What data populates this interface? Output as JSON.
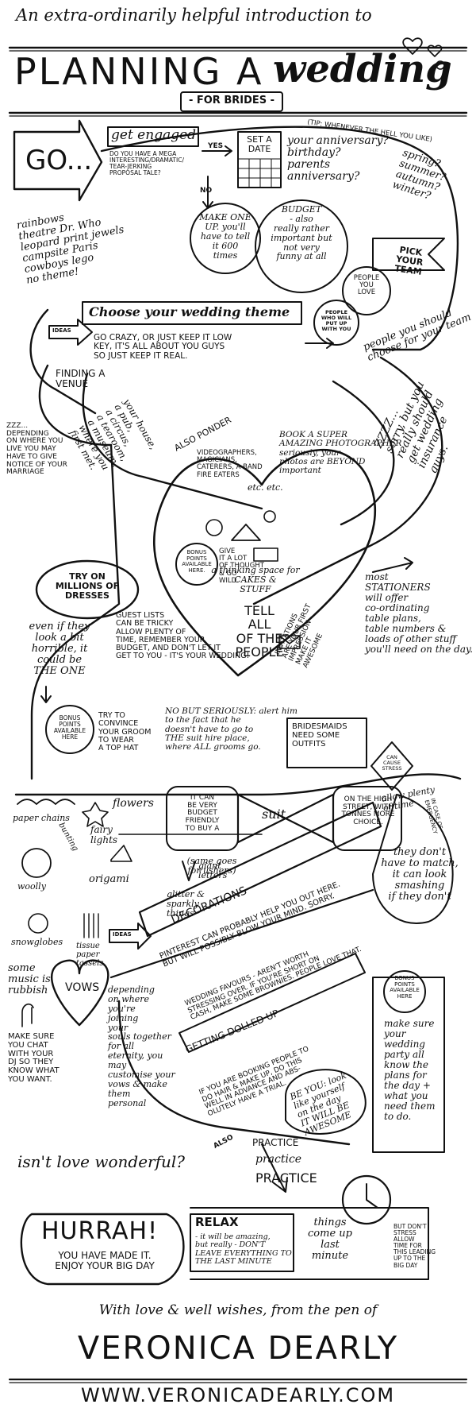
{
  "header": {
    "intro": "An extra-ordinarily helpful introduction to",
    "title_planning": "PLANNING A",
    "title_wedding": "wedding",
    "subtitle": "- FOR BRIDES -"
  },
  "start": {
    "go": "GO...",
    "engaged": "get engaged",
    "proposal": "DO YOU HAVE A MEGA\nINTERESTING/DRAMATIC/\nTEAR-JERKING\nPROPOSAL TALE?",
    "yes": "YES",
    "no": "NO",
    "make_one": "MAKE ONE\nUP. you'll\nhave to tell\nit 600\ntimes",
    "set_date": "SET A\nDATE",
    "tip": "(TIP: WHENEVER THE HELL YOU LIKE)",
    "dates": "your anniversary?\nbirthday?\nparents\nanniversary?",
    "seasons": "spring?\nsummer?\nautumn?\nwinter?"
  },
  "team": {
    "budget": "BUDGET\n- also\nreally rather\nimportant but\nnot very\nfunny at all",
    "pick_team": "PICK\nYOUR\nTEAM",
    "people_love": "PEOPLE\nYOU\nLOVE",
    "people_put_up": "PEOPLE\nWHO WILL\nPUT UP\nWITH YOU",
    "choose_team_note": "people you should\nchoose for your team"
  },
  "theme": {
    "ideas_list": "rainbows\ntheatre Dr. Who\nleopard print jewels\ncampsite Paris\ncowboys lego\nno theme!",
    "choose": "Choose your wedding theme",
    "go_crazy": "GO CRAZY, OR JUST KEEP IT LOW\nKEY, IT'S ALL ABOUT YOU GUYS\nSO JUST keep it real.",
    "ideas_tag": "IDEAS"
  },
  "venue": {
    "finding": "FINDING A\nVENUE",
    "options": "your house,\na pub,\na circus,\na tearoom,\na museum,\nwhere you\nfirst met.",
    "notice": "ZZZ...\nDEPENDING\nON WHERE YOU\nLIVE YOU MAY\nHAVE TO GIVE\nNOTICE OF YOUR\nMARRIAGE",
    "insurance": "ZZZZ...\nsorry, but you\nreally should\nget wedding\ninsurance\nguys."
  },
  "heart": {
    "also_ponder": "ALSO PONDER",
    "suppliers": "VIDEOGRAPHERS,\nMAGICIANS,\nCATERERS, A BAND\nFIRE EATERS",
    "etc": "etc. etc.",
    "photographer": "BOOK A SUPER\nAMAZING PHOTOGRAPHER\nseriously, your\nphotos are BEYOND\nimportant",
    "cakes": "a thinking space for\nCAKES &\nSTUFF",
    "bonus": "BONUS\nPOINTS\nAVAILABLE\nHERE.",
    "give_thought": "GIVE\nIT A LOT\nOF THOUGHT\n& GO\nWILD.",
    "invitations": "INVITATIONS\nARE YOUR FIRST\nIMPRESSION -\nMAKE IT\nAWESOME",
    "tell_all": "TELL\nALL\nOF THE\nPEOPLE"
  },
  "dresses": {
    "try_on": "TRY ON\nMILLIONS OF\nDRESSES",
    "the_one": "even if they\nlook a bit\nhorrible, it\ncould be\nTHE ONE",
    "guest_lists": "GUEST LISTS\nCAN BE tricky\nALLOW PLENTY OF\ntime, REMEMBER YOUR\nbudget, AND DON'T LET IT\nGET TO YOU - IT'S YOUR WEDDING!",
    "stationers": "most\nSTATIONERS\nwill offer\nco-ordinating\ntable plans,\ntable numbers &\nloads of other stuff\nyou'll need on the day."
  },
  "outfits": {
    "bonus": "BONUS\nPOINTS\nAVAILABLE\nHERE",
    "top_hat": "TRY TO\nCONVINCE\nYOUR GROOM\nTO WEAR\nA TOP HAT",
    "seriously": "NO BUT SERIOUSLY: alert him\nto the fact that he\ndoesn't have to go to\nTHE suit hire place,\nwhere ALL grooms go.",
    "bridesmaids": "BRIDESMAIDS\nNEED SOME\nOUTFITS",
    "stress": "CAN\nCAUSE\nSTRESS",
    "allow_time": "allow plenty\nof time",
    "budget_suit": "IT CAN\nBE VERY\nBUDGET\nFRIENDLY\nTO BUY A",
    "suit": "suit",
    "ushers": "(same goes\nfor ushers)",
    "high_street": "ON THE HIGH\nSTREET, WITH\nTONNES MORE\nCHOICE.",
    "emergency": "IN CASE OF\nEMERGENCY",
    "dont_match": "they don't\nhave to match,\nit can look\nsmashing\nif they don't"
  },
  "decor": {
    "paper_chains": "paper chains",
    "flowers": "flowers",
    "fairy_lights": "fairy\nlights",
    "bunting": "bunting",
    "woolly": "woolly",
    "origami": "origami",
    "giant_letters": "giant\nletters",
    "glitter": "glitter &\nsparkly\nthings",
    "snowglobes": "snowglobes",
    "tassels": "tissue\npaper\ntassels",
    "ideas_tag": "IDEAS",
    "decorations": "DECORATIONS",
    "pinterest": "PINTEREST CAN PROBABLY HELP YOU OUT HERE.\nBUT WILL POSSIBLY BLOW YOUR MIND. SORRY."
  },
  "vows": {
    "music": "some\nmusic is\nrubbish",
    "dj": "MAKE SURE\nYOU CHAT\nWITH YOUR\nDJ SO THEY\nKNOW WHAT\nYOU WANT.",
    "vows": "VOWS",
    "depending": "depending\non where\nyou're\njoining\nyour\nsouls together\nfor all\neternity, you\nmay\ncustomise your\nvows & make\nthem\npersonal",
    "favours": "wedding favours - AREN'T WORTH\nSTRESSING OVER. IF YOU'RE SHORT ON\nCASH, MAKE SOME BROWNIES. PEOPLE LOVE THAT.",
    "dolled_up": "GETTING DOLLED UP",
    "trial": "IF YOU ARE BOOKING PEOPLE TO\nDO HAIR & MAKE UP, DO THIS\nWELL IN ADVANCE AND ABS-\nOLUTELY HAVE A TRIAL.",
    "also": "ALSO",
    "be_you": "BE YOU: look\nlike yourself\non the day\nIT WILL BE\nAWESOME",
    "bonus": "BONUS\nPOINTS\nAVAILABLE\nHERE",
    "party": "make sure\nyour\nwedding\nparty all\nknow the\nplans for\nthe day +\nwhat you\nneed them\nto do."
  },
  "finish": {
    "love": "isn't love wonderful?",
    "practice1": "PRACTICE",
    "practice2": "practice",
    "practice3": "PRACTICE",
    "hurrah": "HURRAH!",
    "made_it": "YOU HAVE MADE IT.\nenjoy your big day",
    "relax": "RELAX",
    "relax_text": "- it will be amazing,\nbut really - DON'T\nLEAVE EVERYTHING TO\nTHE LAST MINUTE",
    "things": "things\ncome up\nlast\nminute",
    "dont_stress": "BUT DON'T\nSTRESS\nALLOW\nTIME FOR\nTHIS LEADING\nUP TO THE\nBIG DAY"
  },
  "footer": {
    "wishes": "With love & well wishes, from the pen of",
    "author": "VERONICA DEARLY",
    "url": "WWW.VERONICADEARLY.COM"
  }
}
